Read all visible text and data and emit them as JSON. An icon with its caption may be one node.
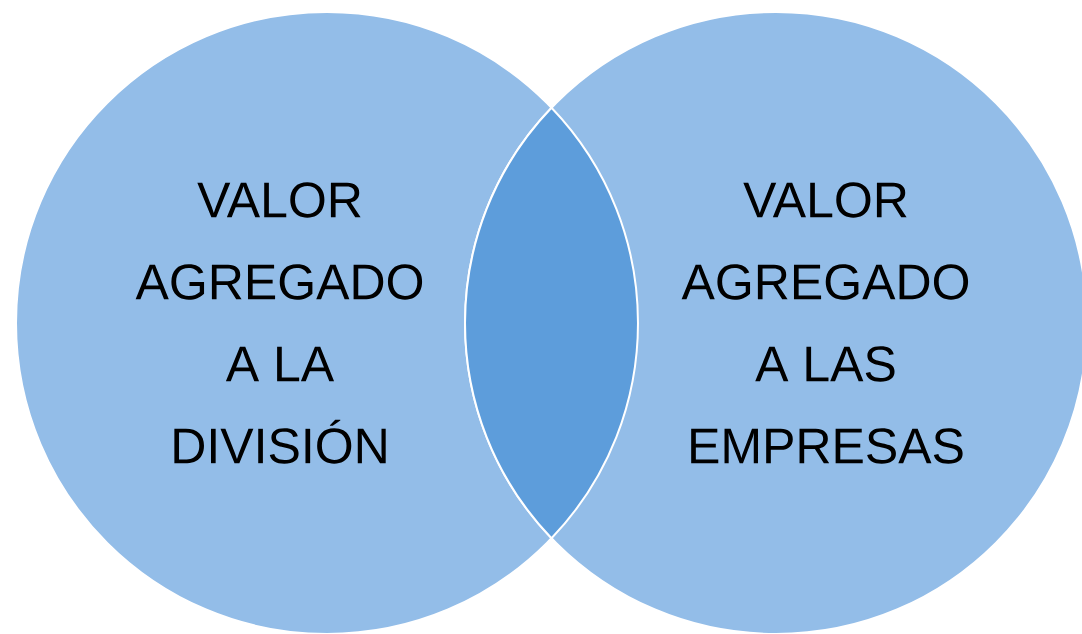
{
  "diagram": {
    "nodes": [
      {
        "text": [
          "VALOR AGREGADO A LA DIVISIÓN"
        ]
      },
      {
        "text": [
          "VALOR AGREGADO A LAS EMPRESAS"
        ]
      },
      {
        "text": [],
        "shape": "lens"
      }
    ]
  }
}
